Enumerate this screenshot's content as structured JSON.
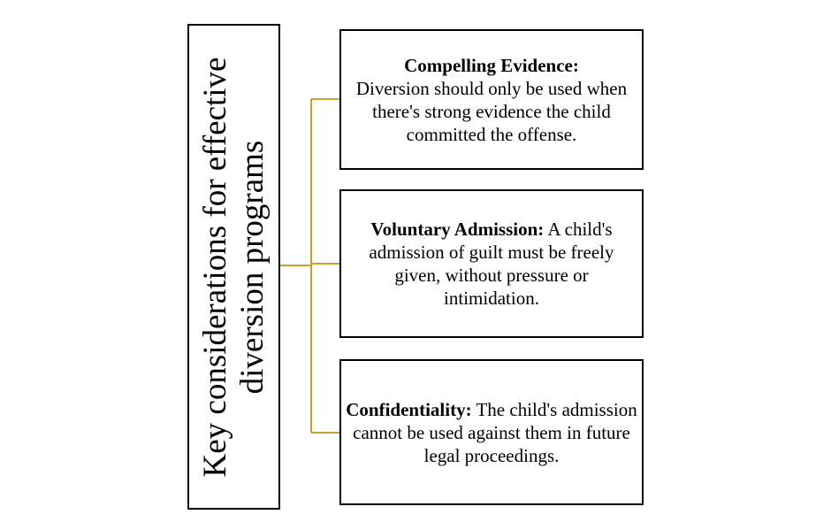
{
  "diagram": {
    "root_label": "Key considerations for effective diversion programs",
    "connector_color": "#C9A227",
    "nodes": [
      {
        "title": "Compelling Evidence:",
        "body": "Diversion should only be used when there's strong evidence the child committed the offense."
      },
      {
        "title": "Voluntary Admission:",
        "body": "A child's admission of guilt must be freely given, without pressure or intimidation."
      },
      {
        "title": "Confidentiality:",
        "body": "The child's admission cannot be used against them in future legal proceedings."
      }
    ]
  }
}
